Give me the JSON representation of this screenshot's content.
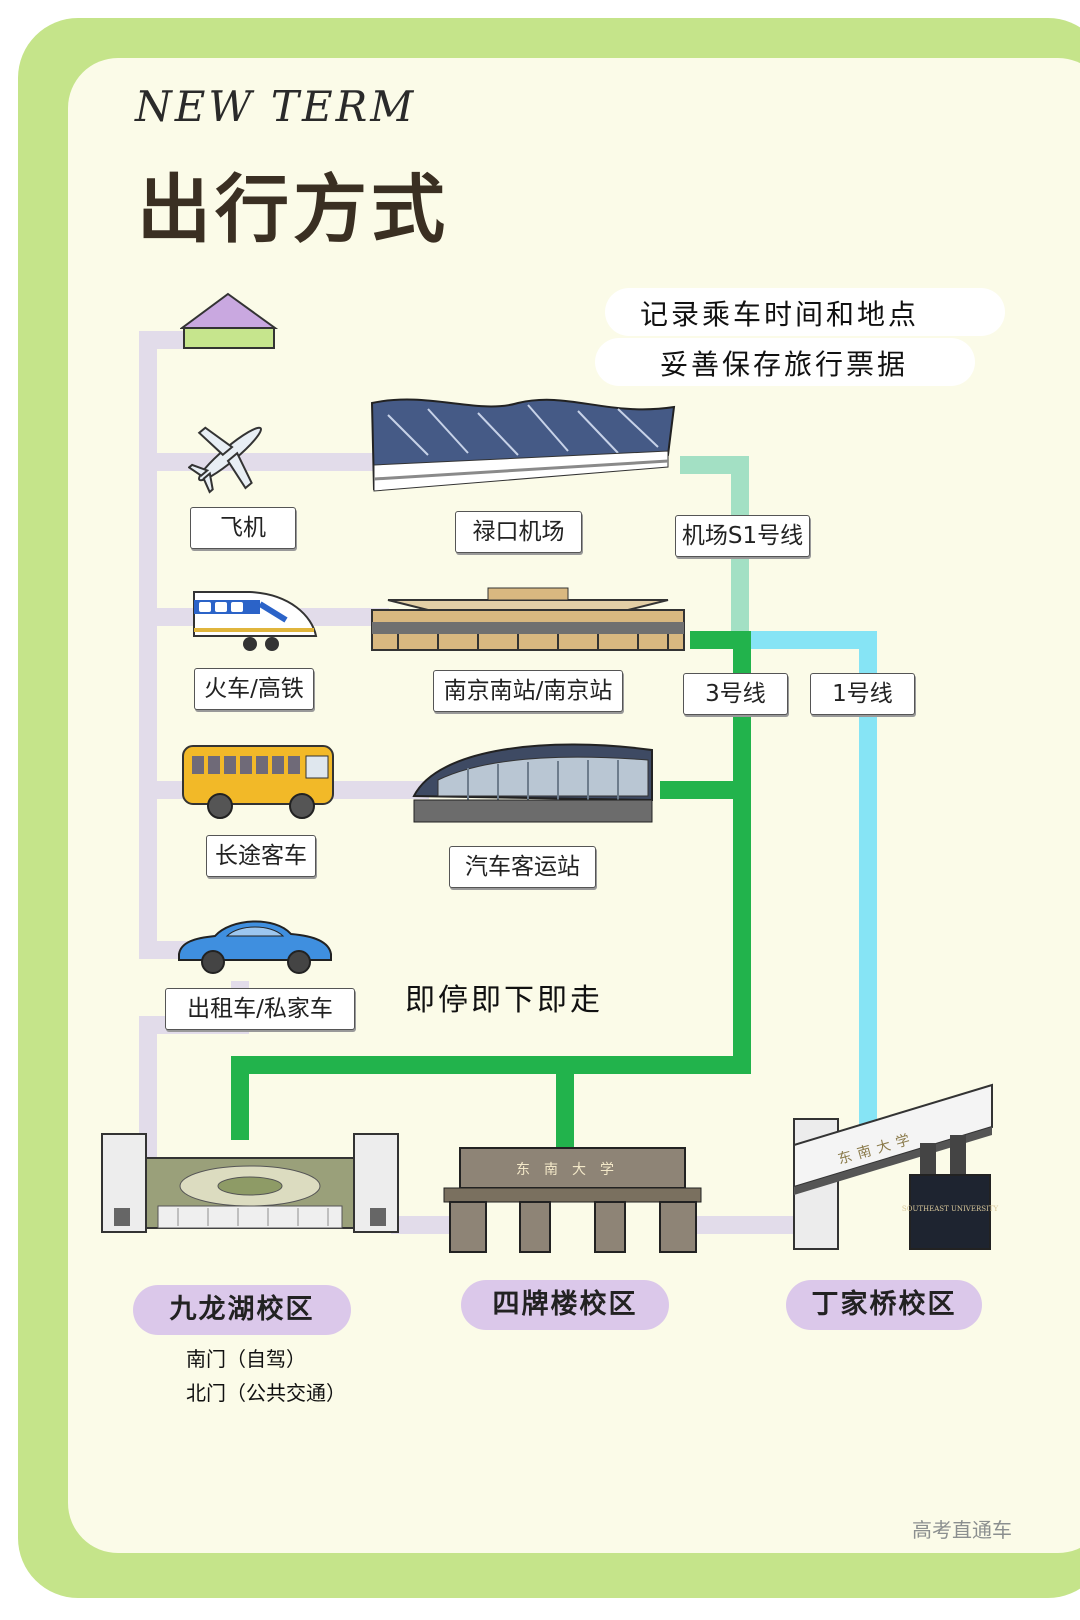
{
  "header": {
    "subtitle": "NEW TERM",
    "title": "出行方式"
  },
  "notes": {
    "line1": "记录乘车时间和地点",
    "line2": "妥善保存旅行票据",
    "stop": "即停即下即走"
  },
  "modes": [
    {
      "label": "飞机",
      "icon": "airplane-icon"
    },
    {
      "label": "火车/高铁",
      "icon": "bullet-train-icon"
    },
    {
      "label": "长途客车",
      "icon": "bus-icon"
    },
    {
      "label": "出租车/私家车",
      "icon": "car-icon"
    }
  ],
  "stations": [
    {
      "label": "禄口机场"
    },
    {
      "label": "南京南站/南京站"
    },
    {
      "label": "汽车客运站"
    }
  ],
  "metro_lines": [
    {
      "label": "机场S1号线",
      "color": "#a3e0c4"
    },
    {
      "label": "3号线",
      "color": "#22b34c"
    },
    {
      "label": "1号线",
      "color": "#86e4f5"
    }
  ],
  "campuses": [
    {
      "label": "九龙湖校区"
    },
    {
      "label": "四牌楼校区"
    },
    {
      "label": "丁家桥校区"
    }
  ],
  "campus_notes": {
    "south_gate": "南门（自驾）",
    "north_gate": "北门（公共交通）"
  },
  "gate_text": {
    "sipailou": "东南大学",
    "dingjiaqiao_top": "东南大学",
    "dingjiaqiao_board": "SOUTHEAST UNIVERSITY"
  },
  "watermark": "高考直通车",
  "colors": {
    "frame": "#c5e48a",
    "background": "#fbfbe8",
    "taxi_line": "#e2dcea",
    "pill": "#dbc8ea"
  }
}
